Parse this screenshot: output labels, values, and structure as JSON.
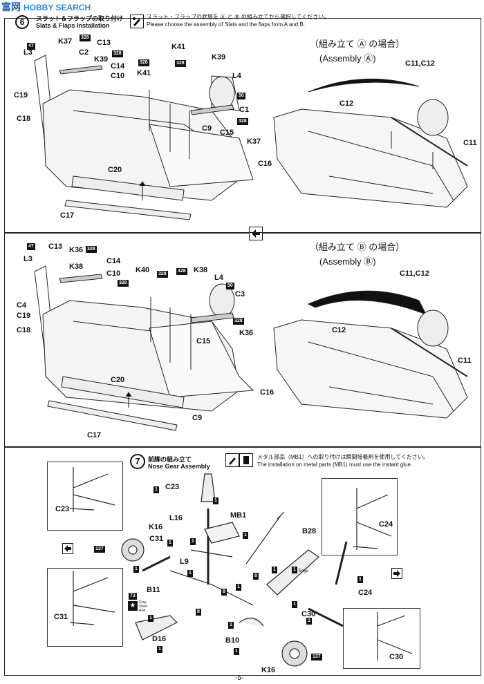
{
  "watermark": {
    "cn": "富网",
    "en": "HOBBY SEARCH"
  },
  "header": {
    "step_num": "6",
    "title_jp": "スラット＆フラップの取り付け",
    "title_en": "Slats & Flaps Installation",
    "note_jp": "スラット・フラップの状態を Ⓐ と Ⓑ の組み立てから選択してください。",
    "note_en": "Please choose the assembly of Slats and the flaps from A and B."
  },
  "panel_a": {
    "title_jp": "（組み立て Ⓐ の場合）",
    "title_en": "(Assembly Ⓐ)",
    "labels": [
      "K37",
      "C13",
      "L3",
      "C2",
      "K39",
      "C14",
      "C10",
      "C19",
      "C18",
      "K41",
      "K41",
      "K39",
      "L4",
      "C1",
      "C9",
      "C15",
      "K37",
      "C16",
      "C20",
      "C17",
      "C11,C12",
      "C12",
      "C11"
    ],
    "badges": [
      "47",
      "328",
      "328",
      "328",
      "328",
      "50",
      "328"
    ]
  },
  "panel_b": {
    "title_jp": "（組み立て Ⓑ の場合）",
    "title_en": "(Assembly Ⓑ)",
    "labels": [
      "C13",
      "K36",
      "L3",
      "C14",
      "K38",
      "C10",
      "C4",
      "C19",
      "C18",
      "K40",
      "K38",
      "L4",
      "C3",
      "C15",
      "K36",
      "C16",
      "C20",
      "C9",
      "C17",
      "C11,C12",
      "C12",
      "C11"
    ],
    "badges": [
      "47",
      "328",
      "328",
      "328",
      "328",
      "50",
      "328"
    ]
  },
  "step7": {
    "num": "7",
    "title_jp": "前脚の組み立て",
    "title_en": "Nose Gear Assembly",
    "note_jp": "メタル部品（MB1）への取り付けは瞬間接着剤を使用してください。",
    "note_en": "The installation on metal parts (MB1) must use the instant glue.",
    "labels": [
      "C23",
      "C23",
      "K16",
      "C31",
      "L16",
      "MB1",
      "L9",
      "B11",
      "C31",
      "B28",
      "C24",
      "C24",
      "D16",
      "B10",
      "C30",
      "C30",
      "K16"
    ],
    "badges": [
      "137",
      "73",
      "137"
    ],
    "qty": [
      "1",
      "1",
      "1",
      "1",
      "1",
      "1",
      "1",
      "1",
      "1",
      "1",
      "1",
      "1",
      "1",
      "1",
      "1",
      "1",
      "1",
      "8",
      "8",
      "8"
    ],
    "edge_label": "Edge",
    "decal_labels": [
      "Gray",
      "Silver",
      "Red"
    ]
  },
  "footer": {
    "page": "-5-"
  }
}
